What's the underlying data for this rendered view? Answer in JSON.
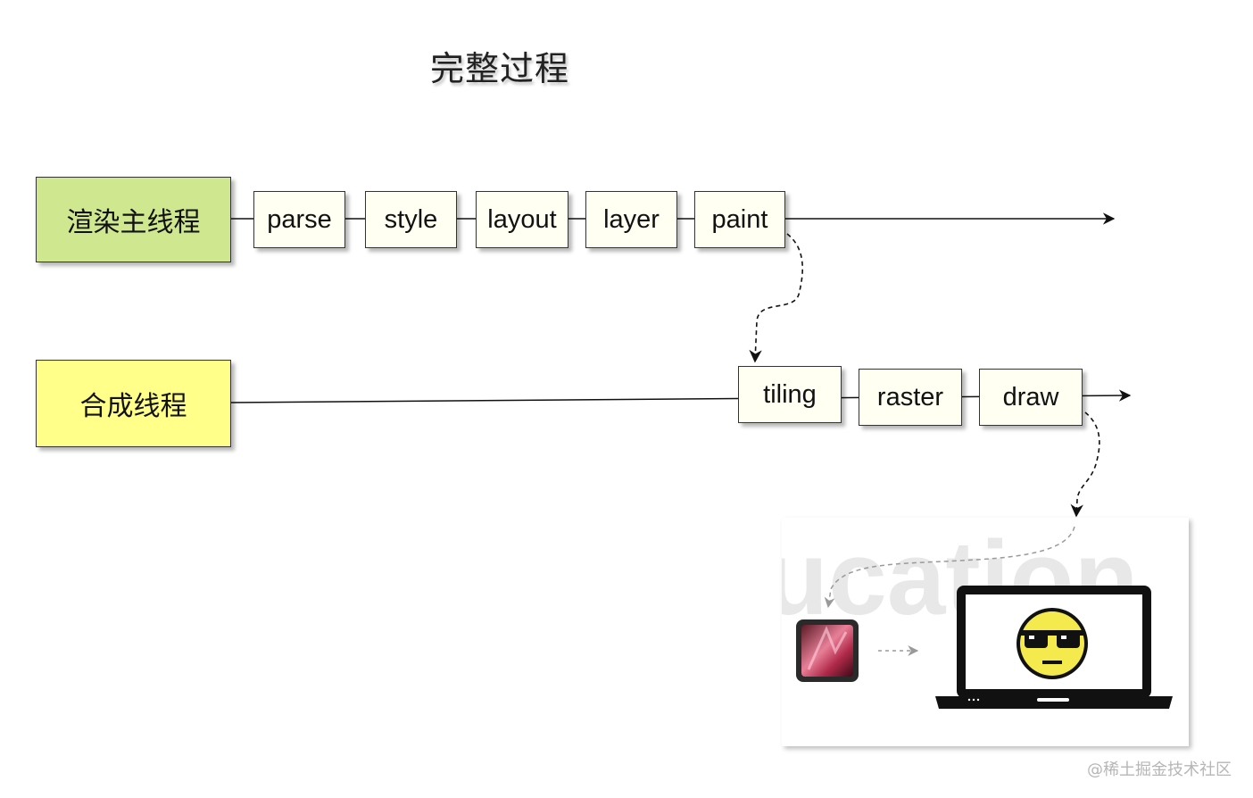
{
  "title": "完整过程",
  "threads": {
    "main": {
      "label": "渲染主线程",
      "color": "#cfe88f"
    },
    "compositor": {
      "label": "合成线程",
      "color": "#ffff8a"
    }
  },
  "main_steps": [
    "parse",
    "style",
    "layout",
    "layer",
    "paint"
  ],
  "compositor_steps": [
    "tiling",
    "raster",
    "draw"
  ],
  "illustration": {
    "background_text": "ucation",
    "icons": [
      "gpu-chip-icon",
      "laptop-icon",
      "sunglasses-smiley-icon"
    ]
  },
  "watermark": "@稀土掘金技术社区"
}
